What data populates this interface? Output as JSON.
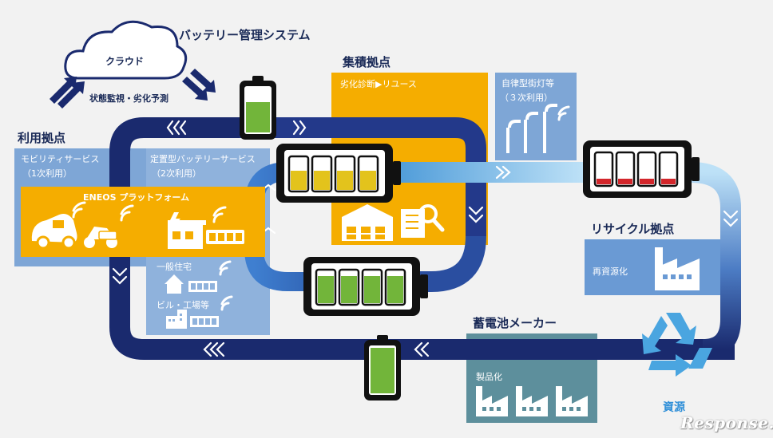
{
  "title_bms": "バッテリー管理システム",
  "cloud": {
    "label": "クラウド",
    "caption": "状態監視・劣化予測"
  },
  "usage_base": {
    "title": "利用拠点",
    "mobility": {
      "label": "モビリティサービス",
      "sub": "（1次利用）"
    },
    "stationary": {
      "label": "定置型バッテリーサービス",
      "sub": "（2次利用）"
    },
    "platform": "ENEOS プラットフォーム",
    "house": "一般住宅",
    "building": "ビル・工場等"
  },
  "aggregation_base": {
    "title": "集積拠点",
    "process": "劣化診断▶リユース"
  },
  "streetlight": {
    "label": "自律型街灯等",
    "sub": "（３次利用）"
  },
  "recycle_base": {
    "title": "リサイクル拠点",
    "process": "再資源化"
  },
  "maker": {
    "title": "蓄電池メーカー",
    "process": "製品化"
  },
  "resource": "資源",
  "watermark": "Response.",
  "colors": {
    "navy": "#1a2a6e",
    "mid_blue": "#2f62b4",
    "light_blue": "#6fa4dc",
    "orange": "#f5ad00",
    "teal": "#5b8fa0",
    "battery_green": "#72b53a",
    "battery_yellow": "#e3c31c",
    "battery_red": "#d3262b"
  }
}
